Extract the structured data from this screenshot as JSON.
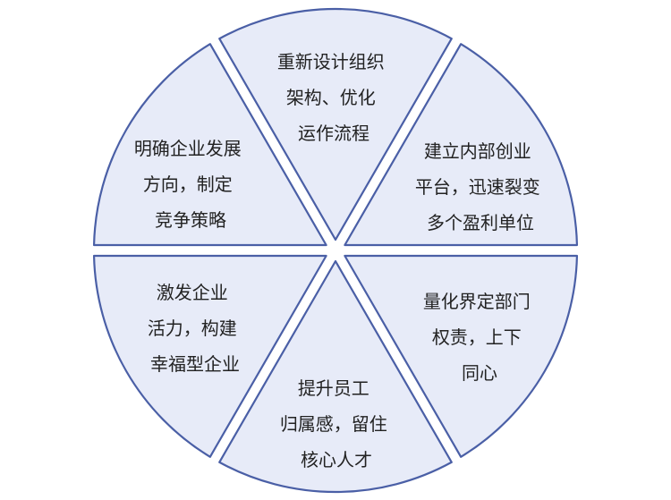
{
  "colors": {
    "fill": "#e7ebf8",
    "stroke": "#4a5fa6",
    "text": "#222222"
  },
  "segments": [
    {
      "id": "top",
      "lines": [
        "重新设计组织",
        "架构、优化",
        "运作流程"
      ]
    },
    {
      "id": "upper-right",
      "lines": [
        "建立内部创业",
        "平台，迅速裂变",
        "多个盈利单位"
      ]
    },
    {
      "id": "lower-right",
      "lines": [
        "量化界定部门",
        "权责，上下",
        "同心"
      ]
    },
    {
      "id": "bottom",
      "lines": [
        "提升员工",
        "归属感，留住",
        "核心人才"
      ]
    },
    {
      "id": "lower-left",
      "lines": [
        "激发企业",
        "活力，构建",
        "幸福型企业"
      ]
    },
    {
      "id": "upper-left",
      "lines": [
        "明确企业发展",
        "方向，制定",
        "竞争策略"
      ]
    }
  ]
}
